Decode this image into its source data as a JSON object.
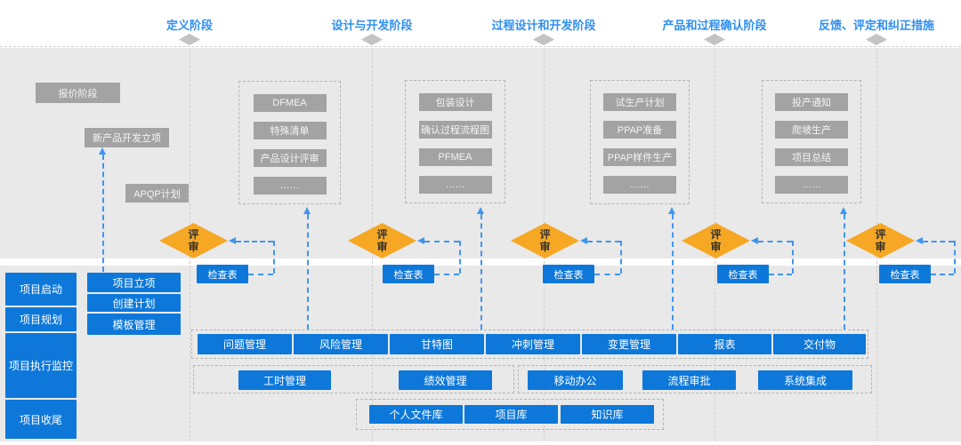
{
  "phases": [
    {
      "label": "定义阶段"
    },
    {
      "label": "设计与开发阶段"
    },
    {
      "label": "过程设计和开发阶段"
    },
    {
      "label": "产品和过程确认阶段"
    },
    {
      "label": "反馈、评定和纠正措施"
    }
  ],
  "boxes": {
    "quote": "报价阶段",
    "npd": "新产品开发立项",
    "apqp": "APQP计划"
  },
  "groups": [
    {
      "items": [
        "DFMEA",
        "特殊清单",
        "产品设计评审",
        "……"
      ]
    },
    {
      "items": [
        "包装设计",
        "确认过程流程图",
        "PFMEA",
        "……"
      ]
    },
    {
      "items": [
        "试生产计划",
        "PPAP准备",
        "PPAP样件生产",
        "……"
      ]
    },
    {
      "items": [
        "投产通知",
        "爬坡生产",
        "项目总结",
        "……"
      ]
    }
  ],
  "review": {
    "label": "评审"
  },
  "checklist": {
    "label": "检查表"
  },
  "process_column": [
    "项目启动",
    "项目规划",
    "项目执行监控",
    "项目收尾"
  ],
  "project_stack": [
    "项目立项",
    "创建计划",
    "模板管理"
  ],
  "tools": {
    "row1": [
      "问题管理",
      "风险管理",
      "甘特图",
      "冲刺管理",
      "变更管理",
      "报表",
      "交付物"
    ],
    "row2a": [
      "工时管理",
      "绩效管理"
    ],
    "row2b": [
      "移动办公",
      "流程审批",
      "系统集成"
    ],
    "row3": [
      "个人文件库",
      "项目库",
      "知识库"
    ]
  },
  "colors": {
    "primary_blue": "#0d78d9",
    "header_blue": "#2f8ff2",
    "diamond_orange": "#f6a724",
    "gray_box": "#a3a3a3",
    "background_gray": "#e9e9e9",
    "dashed_blue": "#4096ef"
  }
}
